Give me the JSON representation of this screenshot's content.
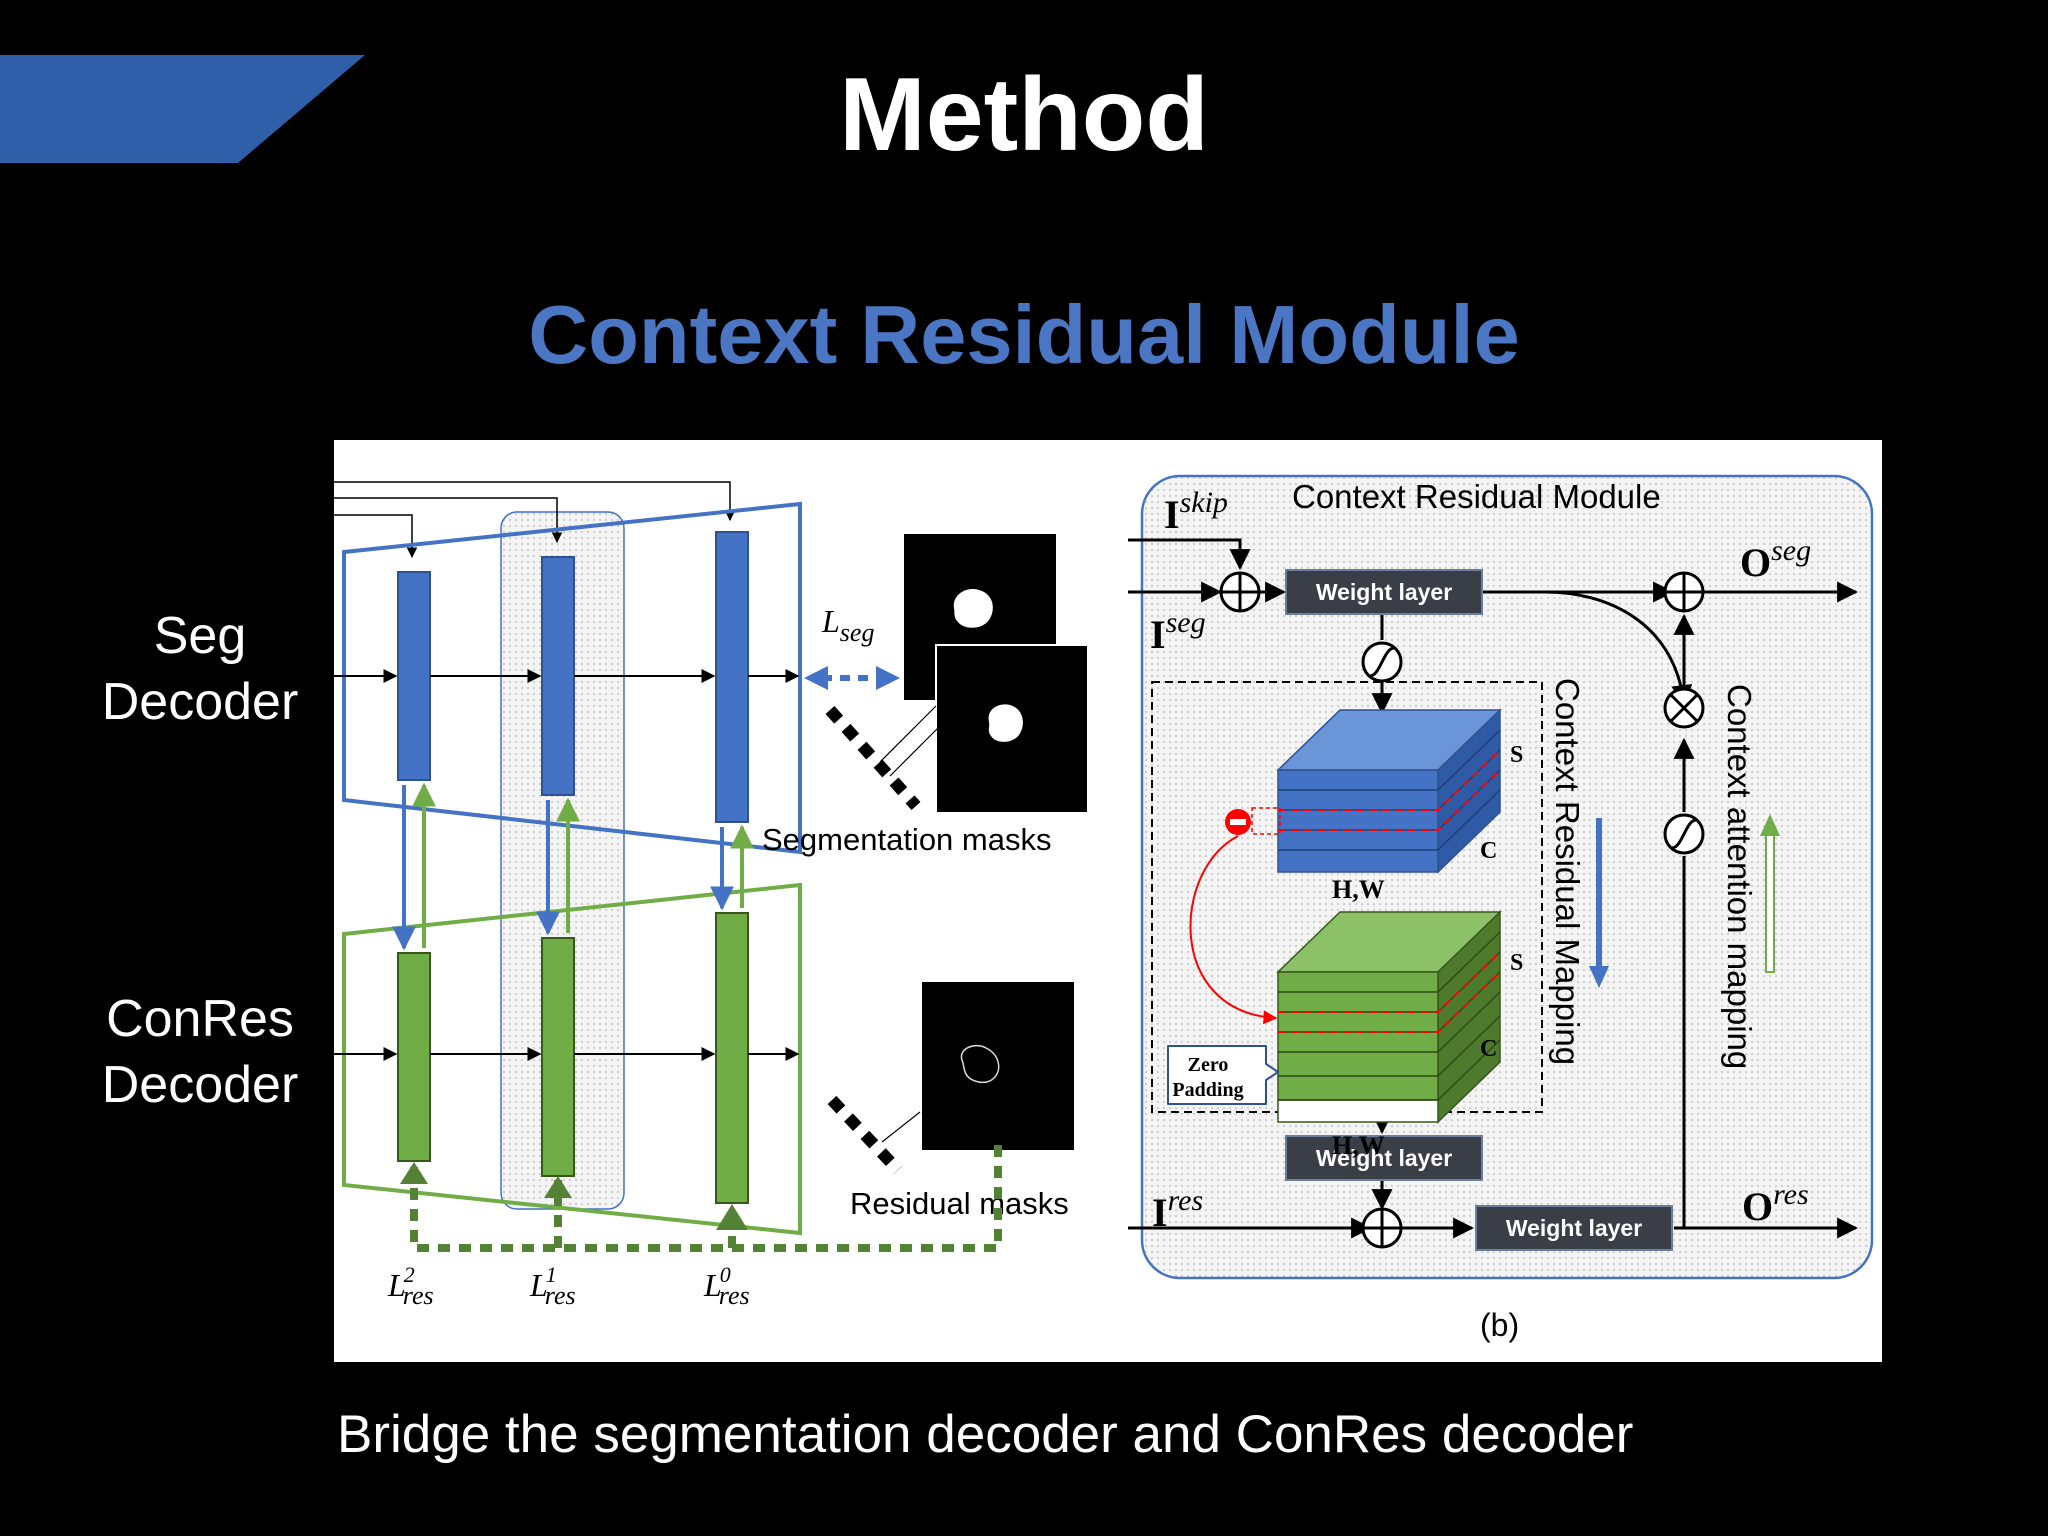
{
  "slide": {
    "title": "Method",
    "subtitle": "Context Residual Module",
    "caption": "Bridge the segmentation decoder and ConRes decoder",
    "seg_decoder_label": [
      "Seg",
      "Decoder"
    ],
    "conres_decoder_label": [
      "ConRes",
      "Decoder"
    ]
  },
  "diagram": {
    "loss_seg": {
      "base": "L",
      "sub": "seg"
    },
    "loss_res": [
      {
        "base": "L",
        "sup": "2",
        "sub": "res"
      },
      {
        "base": "L",
        "sup": "1",
        "sub": "res"
      },
      {
        "base": "L",
        "sup": "0",
        "sub": "res"
      }
    ],
    "segmentation_masks_label": "Segmentation masks",
    "residual_masks_label": "Residual masks",
    "module_title": "Context Residual Module",
    "weight_layer": "Weight layer",
    "i_skip": {
      "base": "I",
      "sup": "skip"
    },
    "i_seg": {
      "base": "I",
      "sup": "seg"
    },
    "i_res": {
      "base": "I",
      "sup": "res"
    },
    "o_seg": {
      "base": "O",
      "sup": "seg"
    },
    "o_res": {
      "base": "O",
      "sup": "res"
    },
    "residual_mapping_label": "Context Residual Mapping",
    "attention_mapping_label": "Context attention mapping",
    "dim_s": "S",
    "dim_c": "C",
    "dim_hw": "H,W",
    "zero_padding": [
      "Zero",
      "Padding"
    ],
    "panel_label": "(b)"
  },
  "colors": {
    "accent_blue": "#4a76c4",
    "block_blue": "#4472c4",
    "block_green": "#70ad47",
    "dark_green": "#548235",
    "weight_layer_bg": "#3a3f47",
    "red": "#ff0000"
  }
}
